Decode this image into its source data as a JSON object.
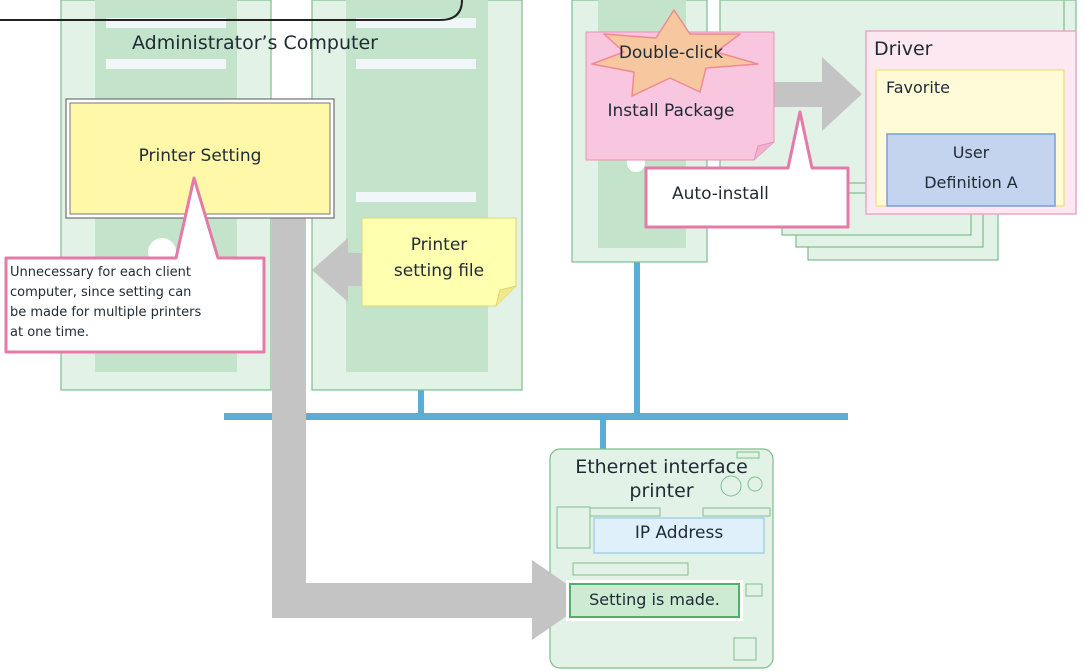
{
  "admin_computer": {
    "title": "Administrator’s Computer"
  },
  "printer_setting": {
    "label": "Printer Setting"
  },
  "printer_setting_file": {
    "label_line1": "Printer",
    "label_line2": "setting file"
  },
  "note": {
    "line1": "Unnecessary for each client",
    "line2": "computer, since setting can",
    "line3": "be made for multiple printers",
    "line4": "at one time."
  },
  "install_package": {
    "burst_label": "Double-click",
    "label": "Install Package"
  },
  "auto_install": {
    "label": "Auto-install"
  },
  "driver": {
    "title": "Driver",
    "favorite": "Favorite",
    "user_definition_line1": "User",
    "user_definition_line2": "Definition A"
  },
  "printer": {
    "title_line1": "Ethernet interface",
    "title_line2": "printer",
    "ip_address": "IP Address",
    "setting_made": "Setting is made."
  },
  "colors": {
    "computer_fill": "#e3f2e6",
    "computer_stroke": "#7cbf8c",
    "panel_fill": "#c3e4cb",
    "network_line": "#5aaed6",
    "arrow_gray": "#c4c4c4",
    "callout_pink": "#e47aa8",
    "note_yellow": "#ffffb0",
    "package_pink": "#f8c6de",
    "burst_orange": "#f7c8a0",
    "driver_fill": "#fde8f2",
    "favorite_fill": "#fffbd8",
    "user_def_blue": "#c4d4ef",
    "ip_blue": "#dff0fb"
  }
}
